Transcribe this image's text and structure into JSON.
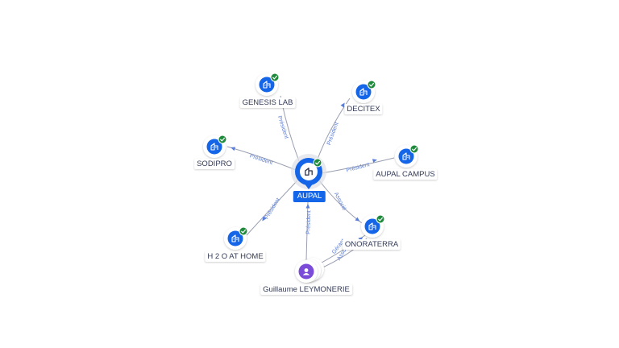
{
  "colors": {
    "company_icon": "#1565e8",
    "person_icon": "#7a4cd8",
    "verified_badge": "#1f8a3c",
    "edge": "#9a9fb0",
    "edge_label": "#5a7ed8"
  },
  "center": {
    "name": "AUPAL",
    "icon": "building-icon",
    "verified": true
  },
  "nodes": [
    {
      "id": "genesis",
      "name": "GENESIS LAB",
      "type": "company",
      "icon": "building-icon",
      "verified": true
    },
    {
      "id": "decitex",
      "name": "DECITEX",
      "type": "company",
      "icon": "building-icon",
      "verified": true
    },
    {
      "id": "sodipro",
      "name": "SODIPRO",
      "type": "company",
      "icon": "building-icon",
      "verified": true
    },
    {
      "id": "campus",
      "name": "AUPAL CAMPUS",
      "type": "company",
      "icon": "building-icon",
      "verified": true
    },
    {
      "id": "h2o",
      "name": "H 2 O AT HOME",
      "type": "company",
      "icon": "building-icon",
      "verified": true
    },
    {
      "id": "onora",
      "name": "ONORATERRA",
      "type": "company",
      "icon": "building-icon",
      "verified": true
    },
    {
      "id": "person",
      "name": "Guillaume LEYMONERIE",
      "type": "person",
      "icon": "person-icon",
      "verified": false
    }
  ],
  "edges": [
    {
      "from": "center",
      "to": "genesis",
      "label": "Président"
    },
    {
      "from": "center",
      "to": "decitex",
      "label": "Président"
    },
    {
      "from": "center",
      "to": "sodipro",
      "label": "Président"
    },
    {
      "from": "center",
      "to": "campus",
      "label": "Président"
    },
    {
      "from": "center",
      "to": "h2o",
      "label": "Président"
    },
    {
      "from": "center",
      "to": "onora",
      "label": "Associé"
    },
    {
      "from": "person",
      "to": "center",
      "label": "Président"
    },
    {
      "from": "person",
      "to": "onora",
      "label": "Gérant"
    },
    {
      "from": "person",
      "to": "onora",
      "label": "Asso"
    }
  ]
}
